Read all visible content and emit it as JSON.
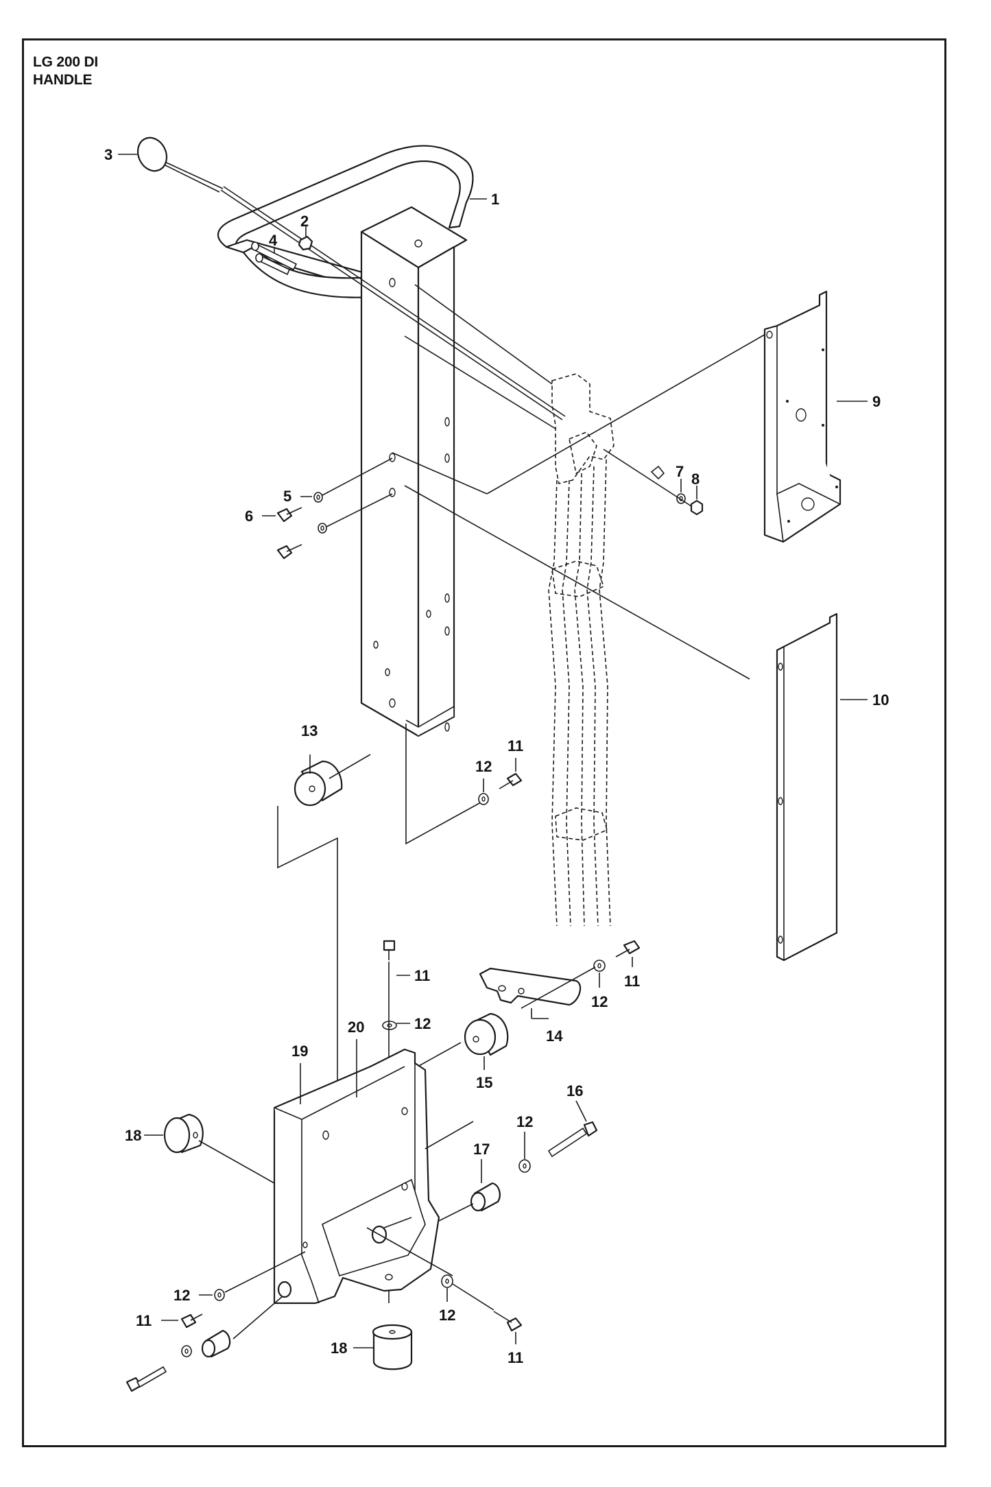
{
  "title": {
    "model": "LG 200 DI",
    "section": "HANDLE"
  },
  "callouts": [
    "1",
    "2",
    "3",
    "4",
    "5",
    "6",
    "7",
    "8",
    "9",
    "10",
    "11",
    "12",
    "13",
    "14",
    "15",
    "16",
    "17",
    "18",
    "19",
    "20"
  ],
  "colors": {
    "line": "#1a1a1a",
    "background": "#ffffff"
  }
}
